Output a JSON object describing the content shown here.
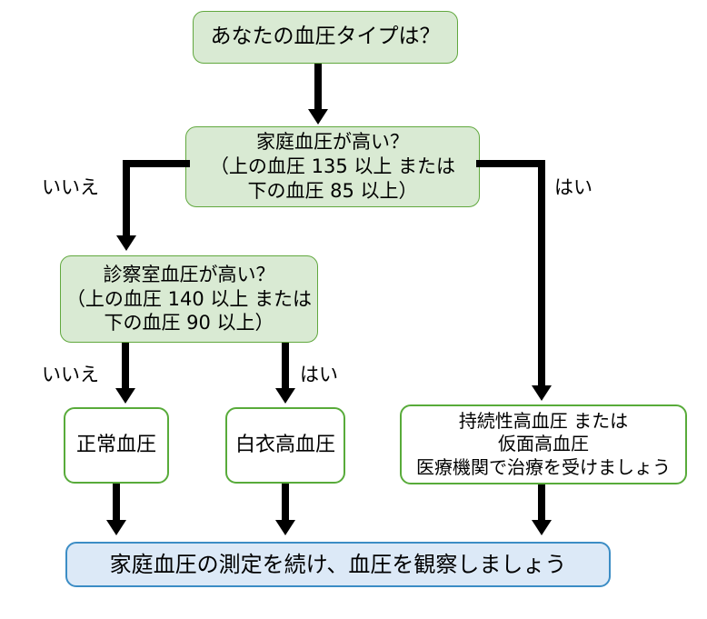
{
  "diagram": {
    "title_text": "あなたの血圧タイプは？",
    "colors": {
      "green_fill": "#d9ead3",
      "green_border": "#61a83e",
      "white_fill": "#ffffff",
      "result_border": "#58ab3a",
      "blue_fill": "#dce9f7",
      "blue_border": "#3c8dc5",
      "connector": "#000000",
      "background": "#ffffff"
    },
    "nodes": {
      "start": {
        "lines": [
          "あなたの血圧タイプは？"
        ]
      },
      "home_bp_question": {
        "lines": [
          "家庭血圧が高い？",
          "（上の血圧 135 以上 または",
          "下の血圧 85 以上）"
        ]
      },
      "office_bp_question": {
        "lines": [
          "診察室血圧が高い？",
          "（上の血圧 140 以上 または",
          "下の血圧 90 以上）"
        ]
      },
      "normal_bp": {
        "lines": [
          "正常血圧"
        ]
      },
      "white_coat": {
        "lines": [
          "白衣高血圧"
        ]
      },
      "hypertension": {
        "lines": [
          "持続性高血圧 または",
          "仮面高血圧",
          "医療機関で治療を受けましょう"
        ]
      },
      "follow_up": {
        "lines": [
          "家庭血圧の測定を続け、血圧を観察しましょう"
        ]
      }
    },
    "edge_labels": {
      "home_no": "いいえ",
      "home_yes": "はい",
      "office_no": "いいえ",
      "office_yes": "はい"
    }
  }
}
